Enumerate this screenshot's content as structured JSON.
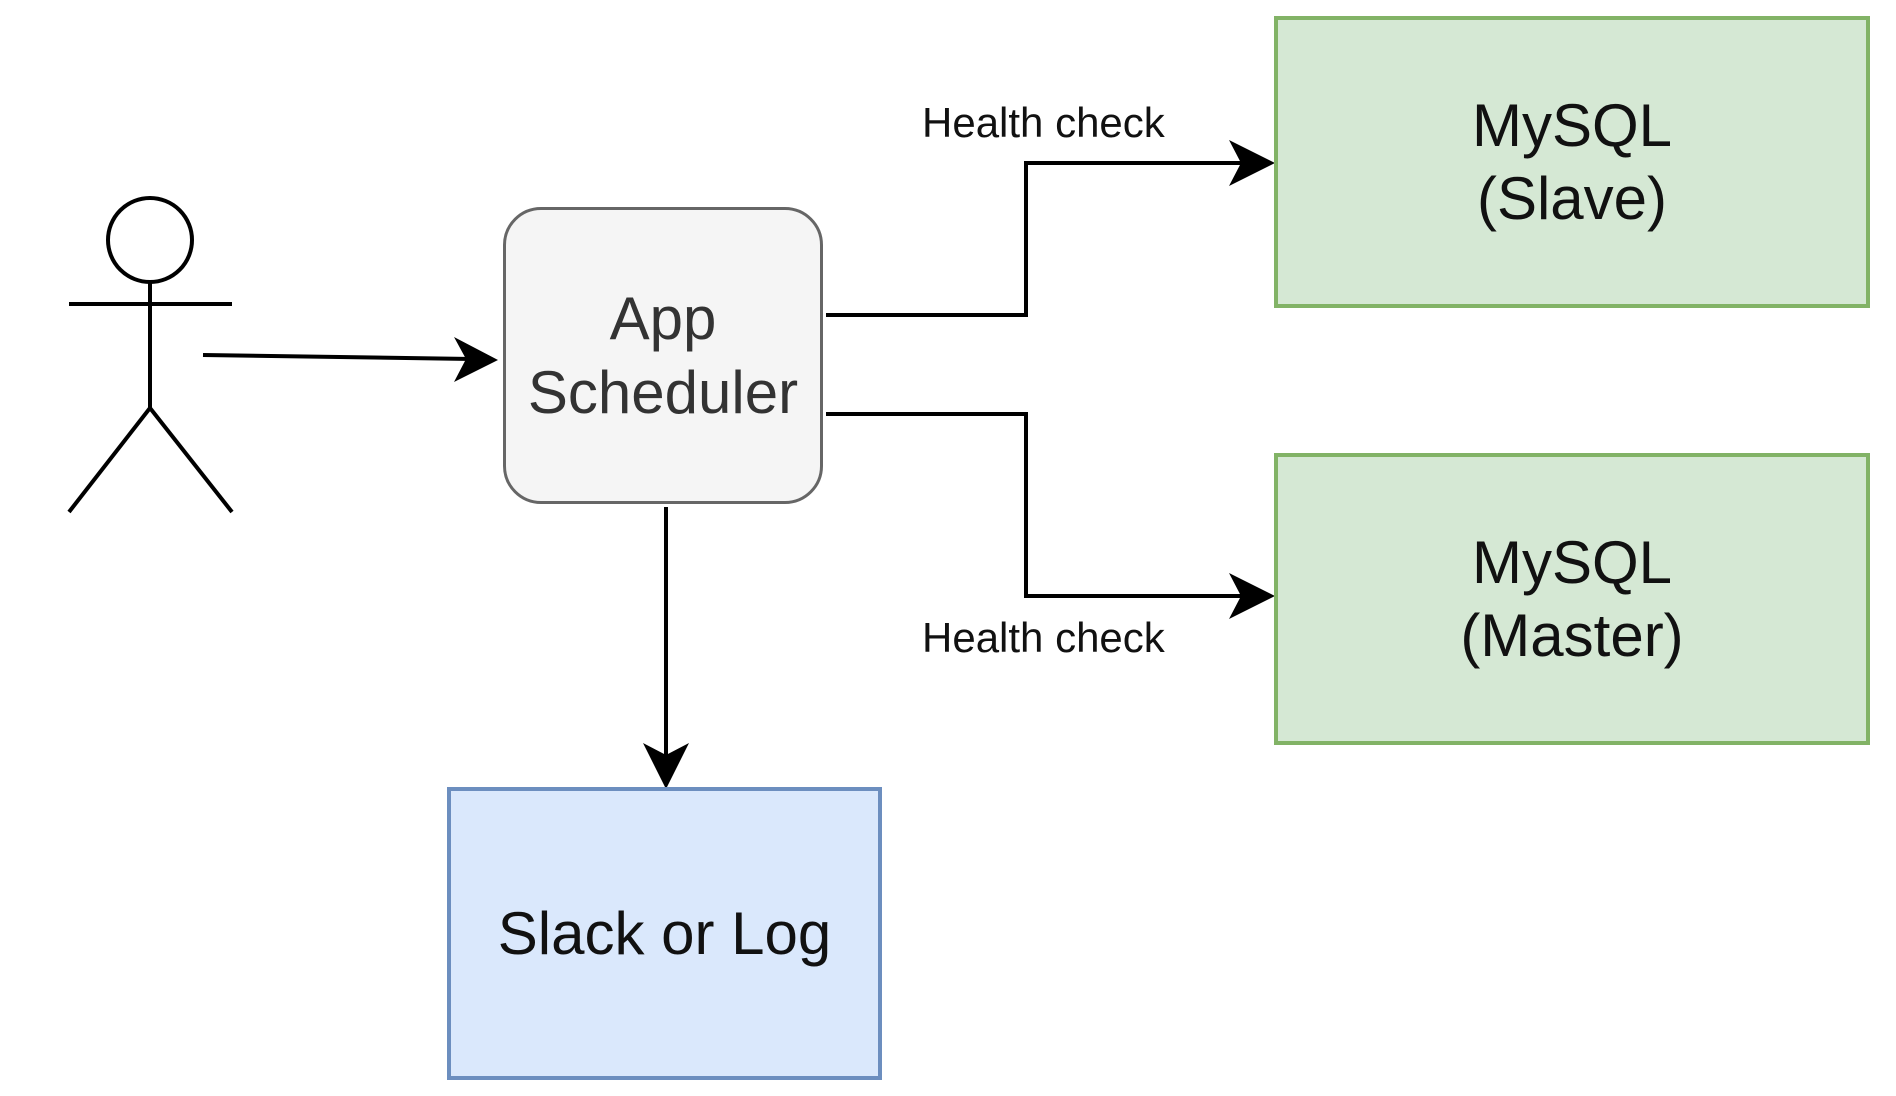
{
  "nodes": {
    "app_scheduler": {
      "lines": [
        "App",
        "Scheduler"
      ]
    },
    "mysql_slave": {
      "lines": [
        "MySQL",
        "(Slave)"
      ]
    },
    "mysql_master": {
      "lines": [
        "MySQL",
        "(Master)"
      ]
    },
    "slack_or_log": {
      "lines": [
        "Slack or Log"
      ]
    }
  },
  "edges": {
    "health_check_slave": {
      "label": "Health check"
    },
    "health_check_master": {
      "label": "Health check"
    }
  },
  "colors": {
    "scheduler_fill": "#f5f5f5",
    "scheduler_stroke": "#666666",
    "mysql_fill": "#d5e8d4",
    "mysql_stroke": "#82b366",
    "slack_fill": "#dae8fc",
    "slack_stroke": "#6c8ebf",
    "line": "#000000"
  }
}
